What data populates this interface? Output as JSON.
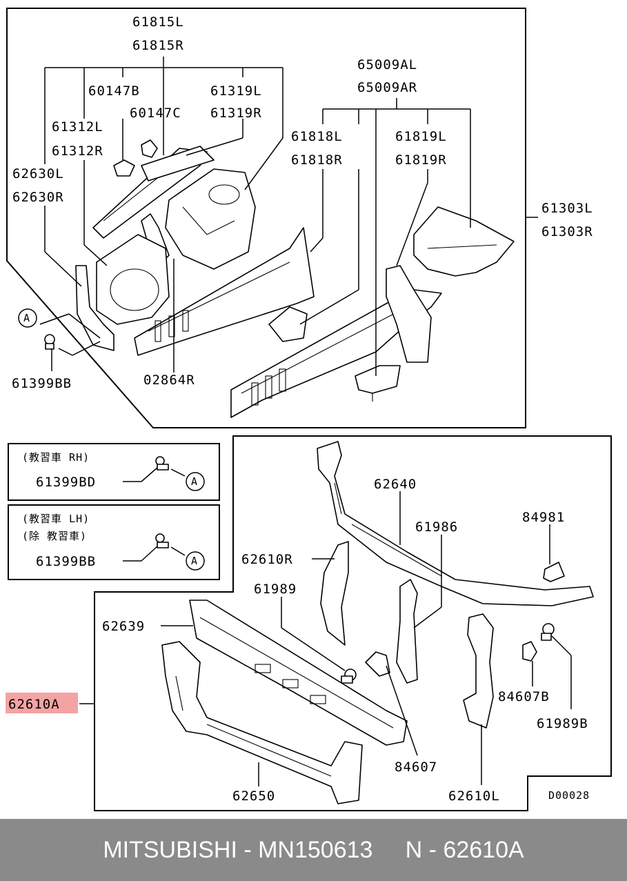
{
  "diagram": {
    "labels": {
      "l61815L": "61815L",
      "l61815R": "61815R",
      "l60147B": "60147B",
      "l60147C": "60147C",
      "l61319L": "61319L",
      "l61319R": "61319R",
      "l61312L": "61312L",
      "l61312R": "61312R",
      "l62630L": "62630L",
      "l62630R": "62630R",
      "l65009AL": "65009AL",
      "l65009AR": "65009AR",
      "l61818L": "61818L",
      "l61818R": "61818R",
      "l61819L": "61819L",
      "l61819R": "61819R",
      "l61303L": "61303L",
      "l61303R": "61303R",
      "l61399BB_top": "61399BB",
      "l02864R": "02864R",
      "l62640": "62640",
      "l61986": "61986",
      "l84981": "84981",
      "l62610R": "62610R",
      "l61989": "61989",
      "l62639": "62639",
      "l62610A": "62610A",
      "l84607B": "84607B",
      "l61989B": "61989B",
      "l84607": "84607",
      "l62650": "62650",
      "l62610L": "62610L",
      "code": "D00028",
      "callout_a": "A"
    },
    "box_rh": {
      "line1": "(教習車 RH)",
      "part": "61399BD"
    },
    "box_lh": {
      "line1": "(教習車 LH)",
      "line2": "(除 教習車)",
      "part": "61399BB"
    },
    "highlight_color": "#f4a3a3"
  },
  "footer": {
    "text": "MITSUBISHI - MN150613     N - 62610A"
  }
}
